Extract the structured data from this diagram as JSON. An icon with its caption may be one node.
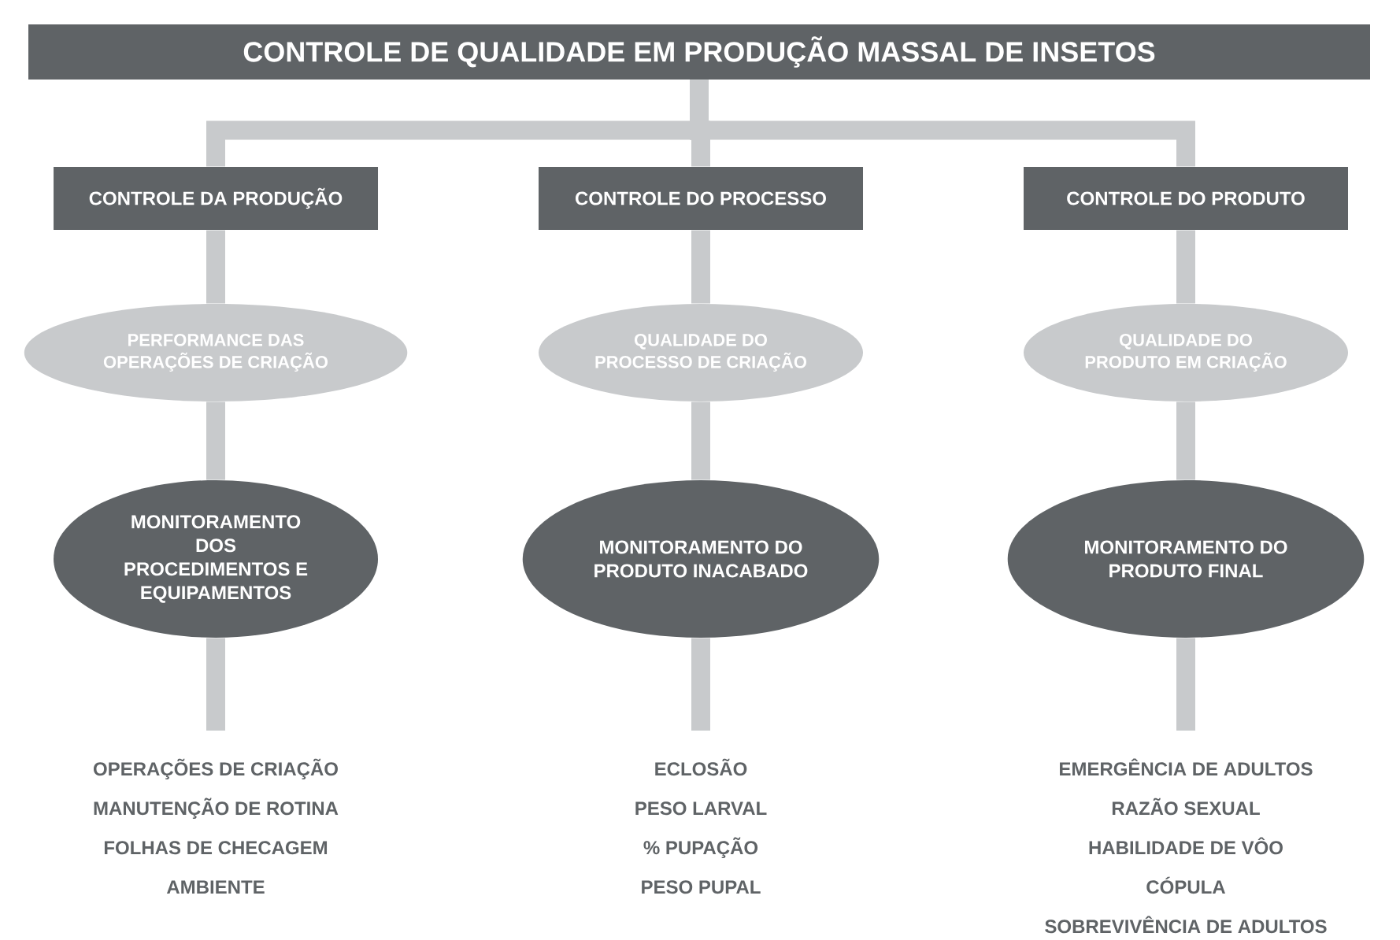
{
  "diagram": {
    "nodes": [
      {
        "text": [
          "CONTROLE DE QUALIDADE EM PRODUÇÃO MASSAL DE INSETOS"
        ]
      },
      {
        "text": [
          "CONTROLE DA PRODUÇÃO"
        ]
      },
      {
        "text": [
          "CONTROLE DO PROCESSO"
        ]
      },
      {
        "text": [
          "CONTROLE DO PRODUTO"
        ]
      },
      {
        "text": [
          "PERFORMANCE DAS OPERAÇÕES DE CRIAÇÃO"
        ]
      },
      {
        "text": [
          "QUALIDADE DO PROCESSO DE CRIAÇÃO"
        ]
      },
      {
        "text": [
          "QUALIDADE DO PRODUTO EM CRIAÇÃO"
        ]
      },
      {
        "text": [
          "MONITORAMENTO DOS PROCEDIMENTOS E EQUIPAMENTOS"
        ]
      },
      {
        "text": [
          "MONITORAMENTO DO PRODUTO INACABADO"
        ]
      },
      {
        "text": [
          "MONITORAMENTO DO PRODUTO FINAL"
        ]
      },
      {
        "text": [
          "OPERAÇÕES DE CRIAÇÃO",
          "MANUTENÇÃO DE ROTINA",
          "FOLHAS DE CHECAGEM",
          "AMBIENTE"
        ]
      },
      {
        "text": [
          "ECLOSÃO",
          "PESO LARVAL",
          "% PUPAÇÃO",
          "PESO PUPAL"
        ]
      },
      {
        "text": [
          "EMERGÊNCIA DE ADULTOS",
          "RAZÃO SEXUAL",
          "HABILIDADE DE VÔO",
          "CÓPULA",
          "SOBREVIVÊNCIA DE ADULTOS"
        ]
      }
    ],
    "edges": [
      {
        "from": 0,
        "to": 1,
        "arrow": "none"
      },
      {
        "from": 0,
        "to": 2,
        "arrow": "none"
      },
      {
        "from": 0,
        "to": 3,
        "arrow": "none"
      },
      {
        "from": 1,
        "to": 4,
        "arrow": "none"
      },
      {
        "from": 2,
        "to": 5,
        "arrow": "none"
      },
      {
        "from": 3,
        "to": 6,
        "arrow": "none"
      },
      {
        "from": 4,
        "to": 7,
        "arrow": "none"
      },
      {
        "from": 5,
        "to": 8,
        "arrow": "none"
      },
      {
        "from": 6,
        "to": 9,
        "arrow": "none"
      },
      {
        "from": 7,
        "to": 10,
        "arrow": "none"
      },
      {
        "from": 8,
        "to": 11,
        "arrow": "none"
      },
      {
        "from": 9,
        "to": 12,
        "arrow": "none"
      }
    ]
  }
}
